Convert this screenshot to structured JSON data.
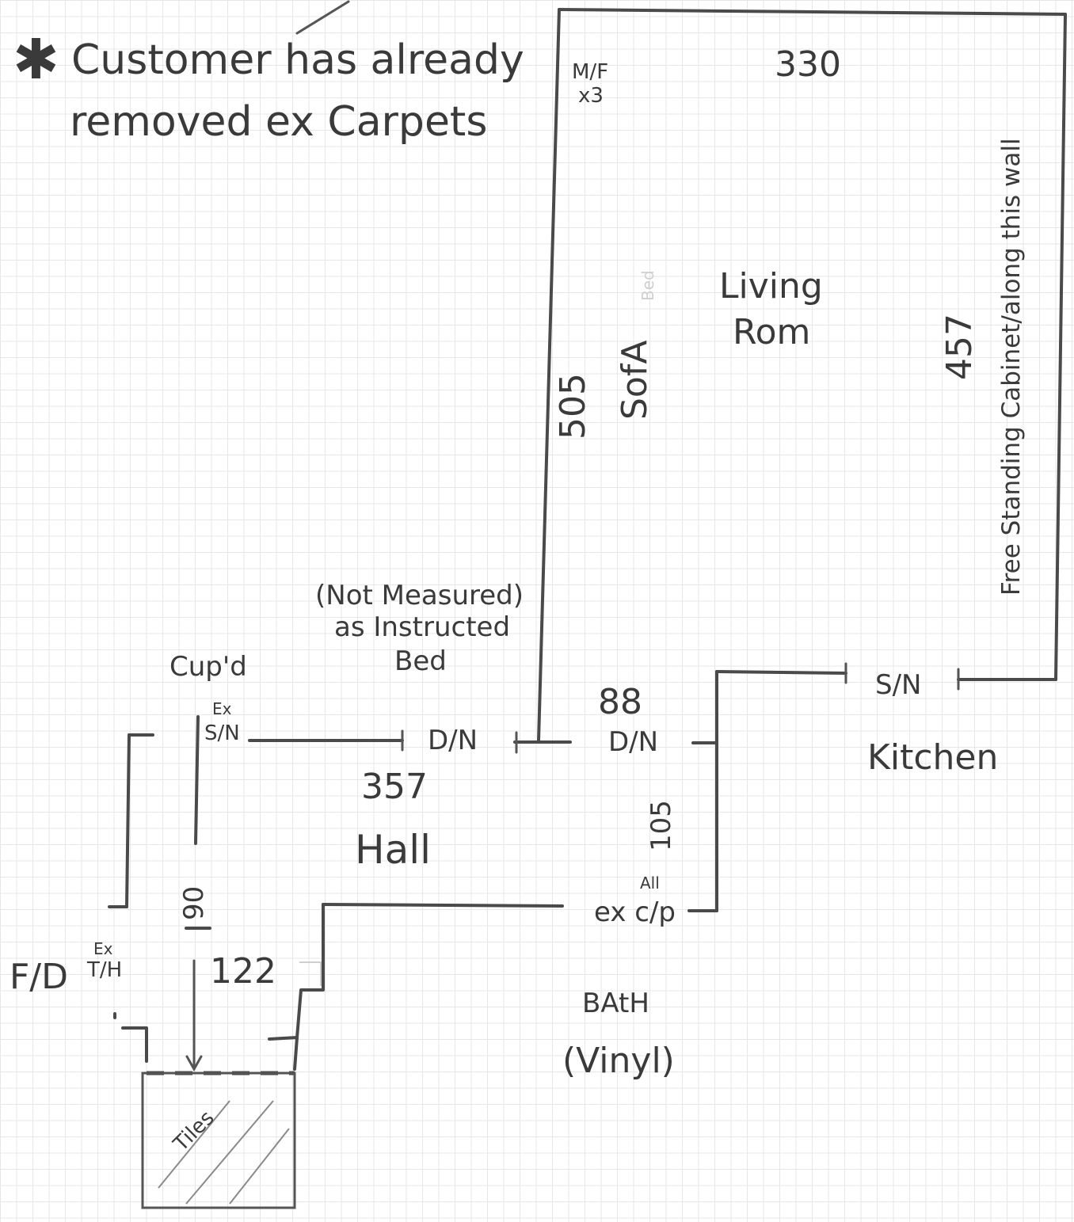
{
  "note": {
    "line1": "Customer has already",
    "line2": "removed ex Carpets"
  },
  "living": {
    "width": "330",
    "length_left": "505",
    "length_right": "457",
    "name_line1": "Living",
    "name_line2": "Rom",
    "sofa": "SofA",
    "sofa_faint": "Bed",
    "mf": "M/F",
    "mf_count": "x3",
    "cabinet": "Free Standing Cabinet/along this wall"
  },
  "bed": {
    "line1": "(Not Measured)",
    "line2": "as Instructed",
    "line3": "Bed"
  },
  "hall": {
    "name": "Hall",
    "length": "357",
    "width_center": "88",
    "right_dim": "105",
    "left_dim_a": "90",
    "left_dim_b": "122"
  },
  "doors": {
    "cupboard": "Cup'd",
    "ex": "Ex",
    "sn_left": "S/N",
    "dn_bed": "D/N",
    "dn_living": "D/N",
    "sn_kitchen": "S/N",
    "all": "All",
    "ex_cp": "ex c/p",
    "fd": "F/D",
    "ex_th_1": "Ex",
    "ex_th_2": "T/H"
  },
  "rooms": {
    "kitchen": "Kitchen",
    "bath_line1": "BAtH",
    "bath_line2": "(Vinyl)",
    "tiles": "Tiles"
  }
}
